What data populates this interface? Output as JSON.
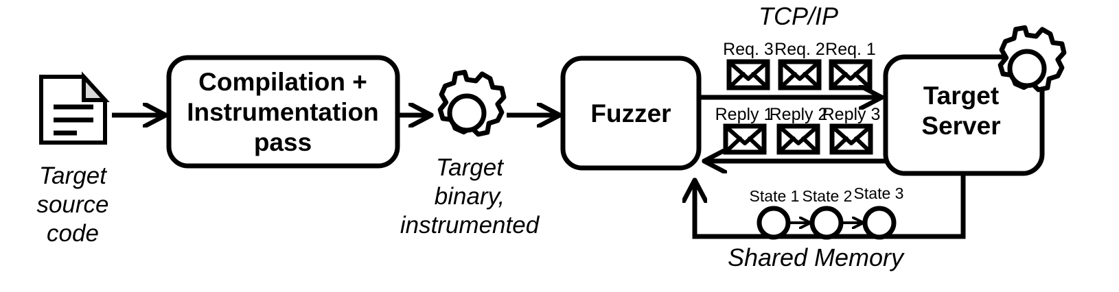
{
  "diagram": {
    "title": "Fuzzing pipeline with TCP/IP target server and shared memory state feedback",
    "colors": {
      "stroke": "#000000",
      "fill": "#ffffff",
      "fold_gray": "#d9d9d9"
    },
    "source_doc": {
      "icon": "document-icon",
      "caption_line1": "Target",
      "caption_line2": "source",
      "caption_line3": "code"
    },
    "compilation_box": {
      "line1": "Compilation +",
      "line2": "Instrumentation",
      "line3": "pass"
    },
    "binary": {
      "icon": "gear-icon",
      "caption_line1": "Target",
      "caption_line2": "binary,",
      "caption_line3": "instrumented"
    },
    "fuzzer_box": {
      "label": "Fuzzer"
    },
    "server_box": {
      "line1": "Target",
      "line2": "Server",
      "icon": "gear-icon"
    },
    "protocol_label": "TCP/IP",
    "requests": [
      {
        "label": "Req. 3",
        "icon": "envelope-icon"
      },
      {
        "label": "Req. 2",
        "icon": "envelope-icon"
      },
      {
        "label": "Req. 1",
        "icon": "envelope-icon"
      }
    ],
    "replies": [
      {
        "label": "Reply 1",
        "icon": "envelope-icon"
      },
      {
        "label": "Reply 2",
        "icon": "envelope-icon"
      },
      {
        "label": "Reply 3",
        "icon": "envelope-icon"
      }
    ],
    "states": [
      {
        "label": "State 1",
        "icon": "state-circle-icon"
      },
      {
        "label": "State 2",
        "icon": "state-circle-icon"
      },
      {
        "label": "State 3",
        "icon": "state-circle-icon"
      }
    ],
    "shared_memory_label": "Shared Memory"
  }
}
